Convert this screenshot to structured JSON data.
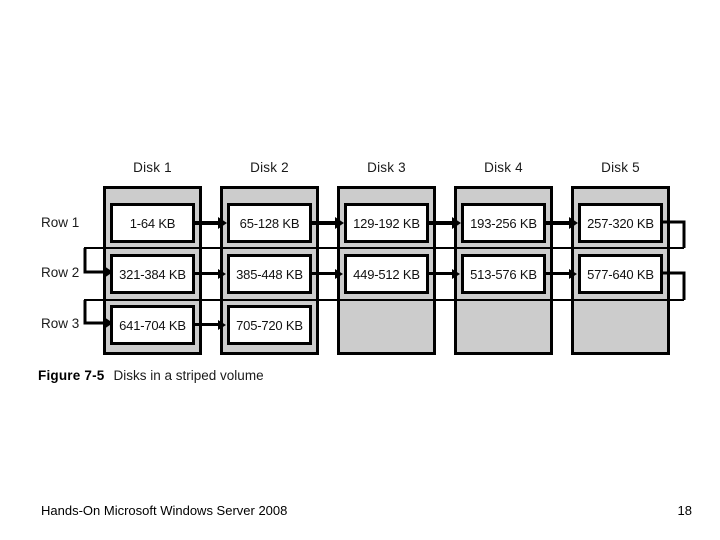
{
  "slide": {
    "footer_text": "Hands-On Microsoft Windows Server 2008",
    "page_number": "18"
  },
  "figure": {
    "caption_number": "Figure 7-5",
    "caption_text": "Disks in a striped volume",
    "colors": {
      "disk_background": "#cccccc",
      "cell_background": "#ffffff",
      "stroke": "#000000",
      "page_background": "#ffffff"
    },
    "column_headers": [
      "Disk 1",
      "Disk 2",
      "Disk 3",
      "Disk 4",
      "Disk 5"
    ],
    "row_headers": [
      "Row 1",
      "Row 2",
      "Row 3"
    ],
    "grid": [
      [
        "1-64 KB",
        "65-128 KB",
        "129-192 KB",
        "193-256 KB",
        "257-320 KB"
      ],
      [
        "321-384 KB",
        "385-448 KB",
        "449-512 KB",
        "513-576 KB",
        "577-640 KB"
      ],
      [
        "641-704 KB",
        "705-720 KB",
        "",
        "",
        ""
      ]
    ],
    "flow": {
      "direction": "left-to-right then wrap to next row",
      "wrap_right_label": "wrap-out-connector",
      "wrap_left_label": "wrap-in-connector"
    }
  }
}
